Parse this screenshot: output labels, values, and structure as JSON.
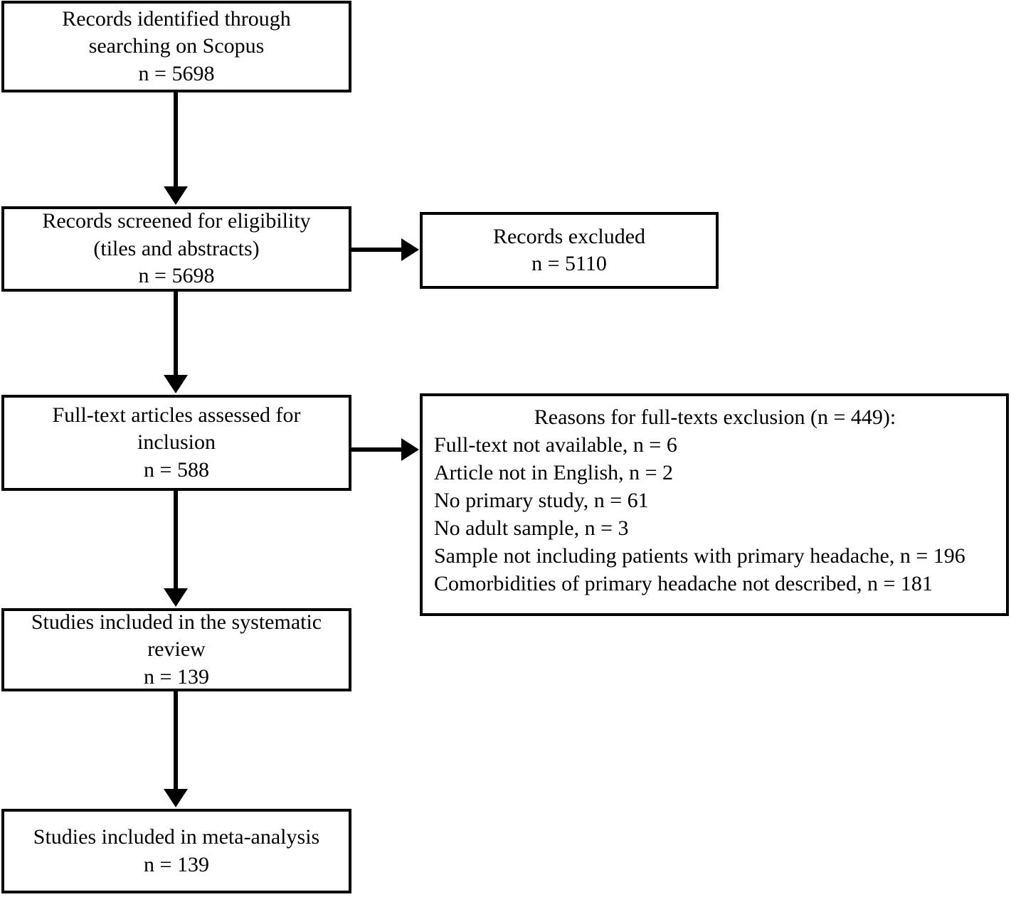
{
  "diagram": {
    "type": "prisma-flow-diagram",
    "title": "PRISMA study selection flow diagram",
    "colors": {
      "stroke": "#000000",
      "background": "#ffffff",
      "text": "#000000"
    }
  },
  "nodes": {
    "identification": {
      "name": "records-identified",
      "lines": [
        "Records identified through",
        "searching on Scopus",
        "n = 5698"
      ],
      "count": 5698
    },
    "screening": {
      "name": "records-screened",
      "lines": [
        "Records screened for eligibility",
        "(tiles and abstracts)",
        "n = 5698"
      ],
      "count": 5698
    },
    "records_excluded": {
      "name": "records-excluded",
      "lines": [
        "Records excluded",
        "n = 5110"
      ],
      "count": 5110
    },
    "eligibility": {
      "name": "full-text-assessed",
      "lines": [
        "Full-text articles assessed for",
        "inclusion",
        "n = 588"
      ],
      "count": 588
    },
    "reasons": {
      "name": "full-text-exclusion-reasons",
      "title": "Reasons for full-texts exclusion (n = 449):",
      "total": 449,
      "items": [
        "Full-text not available, n = 6",
        "Article not in English, n = 2",
        "No primary study, n = 61",
        "No adult sample, n = 3",
        "Sample not including patients with primary headache, n = 196",
        "Comorbidities of primary headache not described, n = 181"
      ]
    },
    "included_systematic": {
      "name": "studies-included-systematic-review",
      "lines": [
        "Studies included in the systematic",
        "review",
        "n = 139"
      ],
      "count": 139
    },
    "included_meta": {
      "name": "studies-included-meta-analysis",
      "lines": [
        "Studies included in meta-analysis",
        "n = 139"
      ],
      "count": 139
    }
  }
}
